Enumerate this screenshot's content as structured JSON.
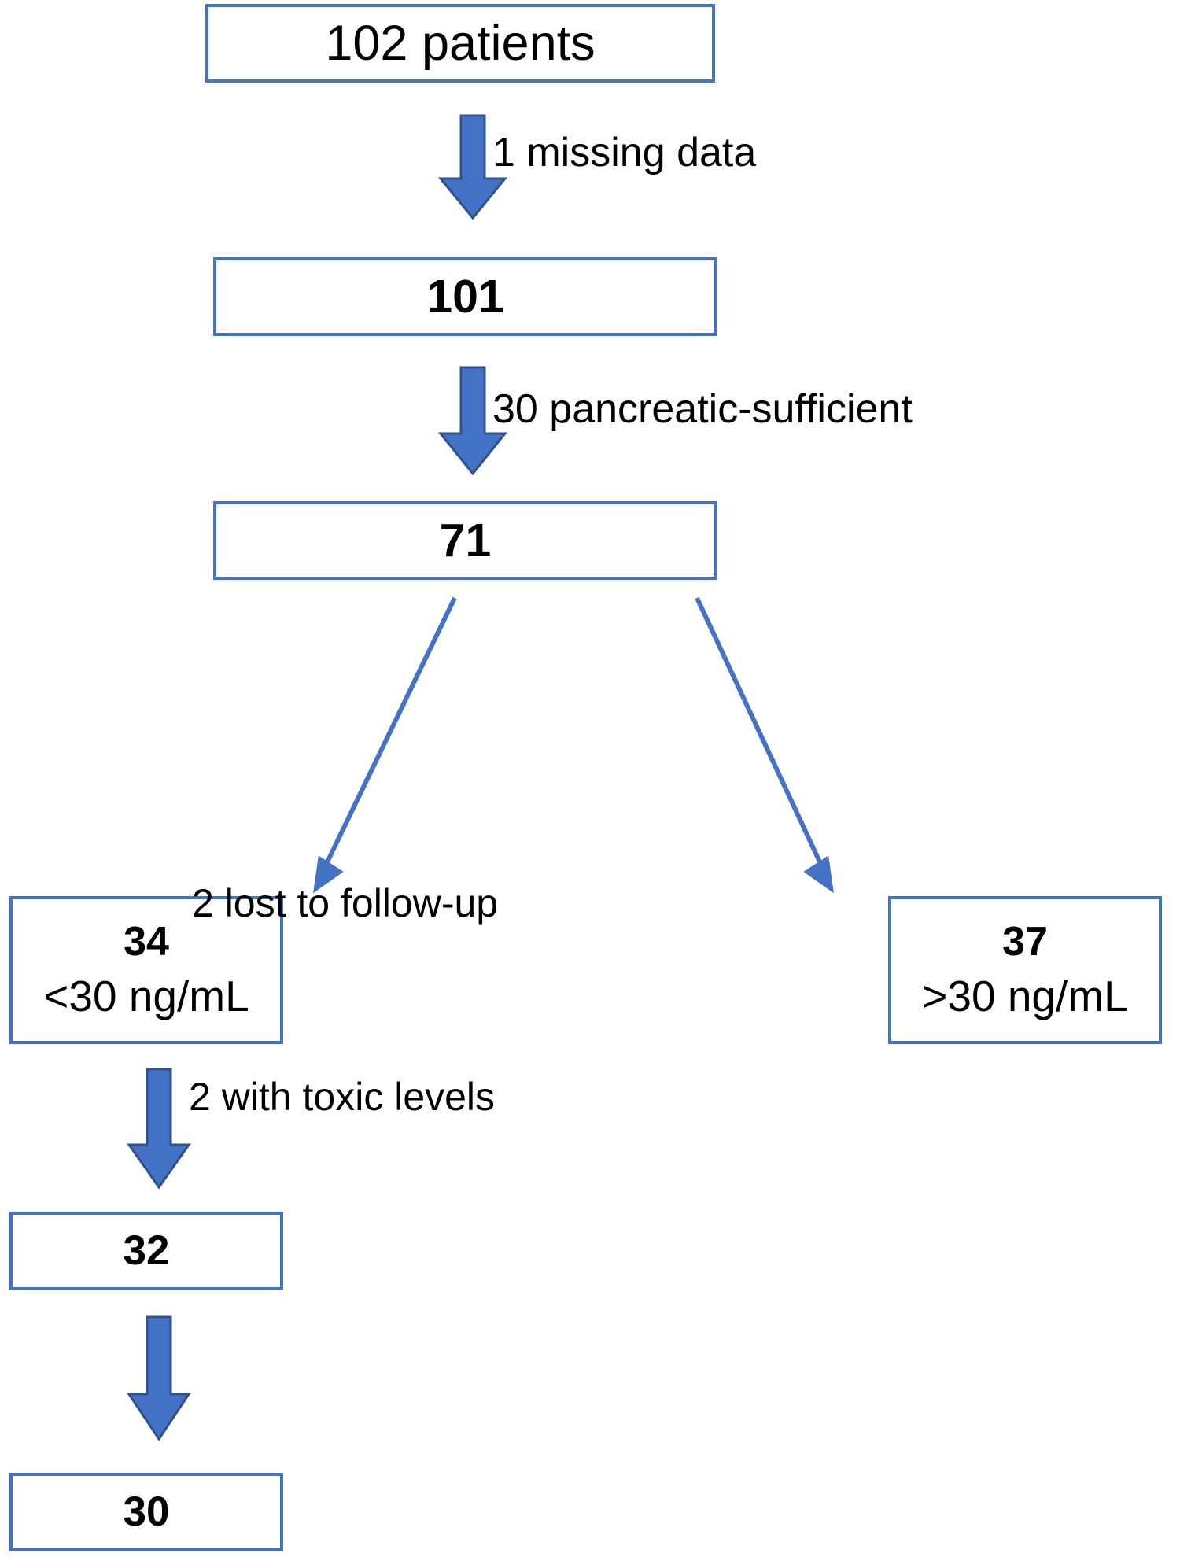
{
  "diagram": {
    "type": "flowchart",
    "title": "Patient selection flow diagram",
    "accent_color": "#4472C4",
    "arrow_fill": "#4472C4",
    "arrow_stroke": "#2F528F",
    "background": "#ffffff",
    "text_color": "#000000"
  },
  "nodes": [
    {
      "id": "n102",
      "main": "102 patients",
      "sub": "",
      "count": 102
    },
    {
      "id": "n101",
      "main": "101",
      "sub": "",
      "count": 101
    },
    {
      "id": "n71",
      "main": "71",
      "sub": "",
      "count": 71
    },
    {
      "id": "n34",
      "main": "34",
      "sub": "<30 ng/mL",
      "count": 34
    },
    {
      "id": "n37",
      "main": "37",
      "sub": ">30 ng/mL",
      "count": 37
    },
    {
      "id": "n32",
      "main": "32",
      "sub": "",
      "count": 32
    },
    {
      "id": "n30",
      "main": "30",
      "sub": "",
      "count": 30
    }
  ],
  "edges": [
    {
      "id": "e1",
      "from": "n102",
      "to": "n101",
      "label": "1 missing data",
      "excluded": 1,
      "style": "block-arrow-down"
    },
    {
      "id": "e2",
      "from": "n101",
      "to": "n71",
      "label": "30 pancreatic-sufficient",
      "excluded": 30,
      "style": "block-arrow-down"
    },
    {
      "id": "e3",
      "from": "n71",
      "to": "n34",
      "label": "",
      "style": "line-arrow-diagonal-left"
    },
    {
      "id": "e4",
      "from": "n71",
      "to": "n37",
      "label": "",
      "style": "line-arrow-diagonal-right"
    },
    {
      "id": "e5",
      "from": "n34",
      "to": "n32",
      "label": "2 lost to follow-up",
      "excluded": 2,
      "style": "block-arrow-down"
    },
    {
      "id": "e6",
      "from": "n32",
      "to": "n30",
      "label": "2 with toxic levels",
      "excluded": 2,
      "style": "block-arrow-down"
    }
  ],
  "icons": {
    "block_arrow_down": "block-arrow-down-icon",
    "line_arrow": "line-arrow-icon"
  }
}
